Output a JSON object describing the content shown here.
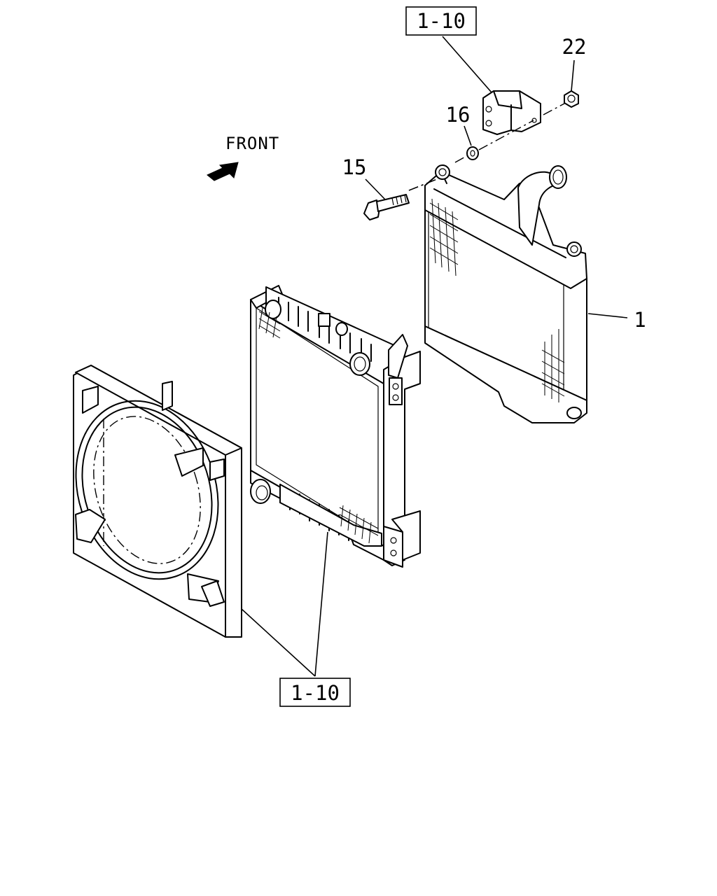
{
  "diagram": {
    "direction_label": "FRONT",
    "callouts": {
      "ref_top": "1-10",
      "ref_bottom": "1-10",
      "part_1": "1",
      "part_15": "15",
      "part_16": "16",
      "part_22": "22"
    },
    "parts": [
      {
        "id": "part-1",
        "name": "intercooler"
      },
      {
        "id": "part-15",
        "name": "bolt"
      },
      {
        "id": "part-16",
        "name": "washer"
      },
      {
        "id": "part-22",
        "name": "nut"
      },
      {
        "id": "ref-1-10",
        "name": "radiator assembly, fan shroud, bracket"
      }
    ]
  }
}
